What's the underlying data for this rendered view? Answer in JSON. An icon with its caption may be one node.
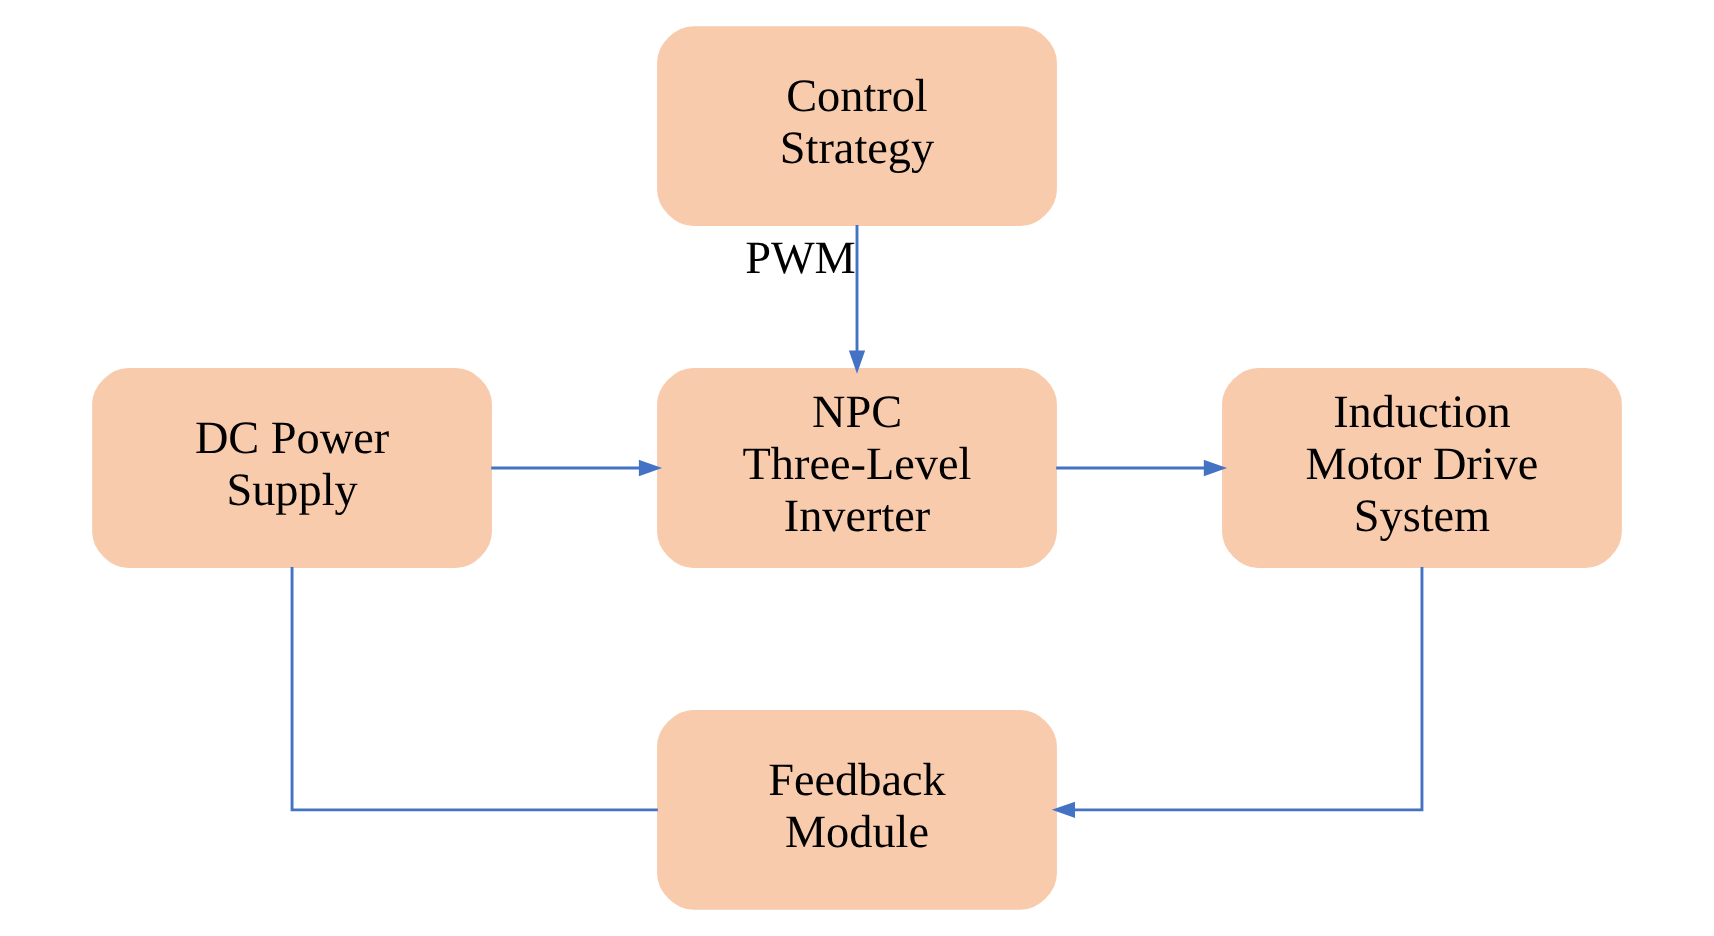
{
  "diagram": {
    "nodes": [
      {
        "text": [
          "Control Strategy"
        ]
      },
      {
        "text": [
          "DC Power Supply"
        ]
      },
      {
        "text": [
          "NPC Three-Level Inverter"
        ]
      },
      {
        "text": [
          "Induction Motor Drive System"
        ]
      },
      {
        "text": [
          "Feedback Module"
        ]
      }
    ],
    "edges": [
      {
        "from": 0,
        "to": 2,
        "arrow": "to",
        "label": "PWM"
      },
      {
        "from": 1,
        "to": 2,
        "arrow": "to"
      },
      {
        "from": 2,
        "to": 3,
        "arrow": "to"
      },
      {
        "from": 3,
        "to": 4,
        "arrow": "to"
      },
      {
        "from": 1,
        "to": 4,
        "arrow": "none"
      }
    ]
  }
}
